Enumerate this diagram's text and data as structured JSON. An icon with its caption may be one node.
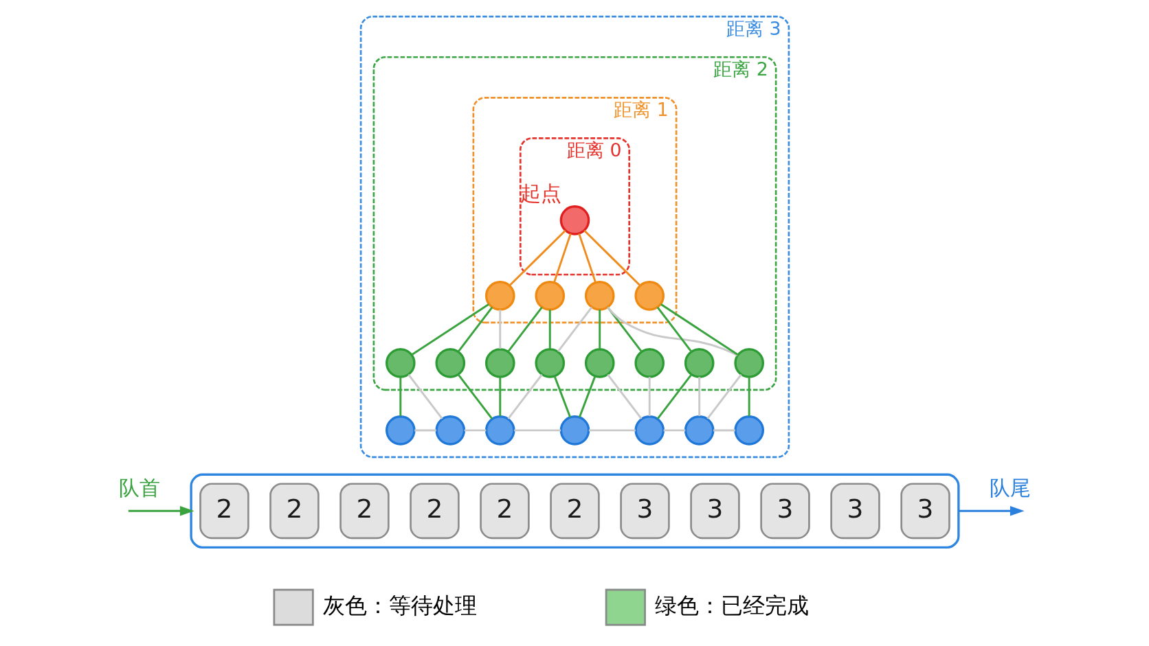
{
  "diagram": {
    "nodes": [
      {
        "text": [
          "距离 3"
        ]
      },
      {
        "text": [
          "距离 2"
        ],
        "in": 0
      },
      {
        "text": [
          "距离 1"
        ],
        "in": 1
      },
      {
        "text": [
          "距离 0"
        ],
        "in": 2
      },
      {
        "text": [],
        "shape": "circle",
        "in": 3,
        "beside": [
          "起点"
        ]
      },
      {
        "text": [],
        "shape": "circle",
        "in": 2
      },
      {
        "text": [],
        "shape": "circle",
        "in": 2
      },
      {
        "text": [],
        "shape": "circle",
        "in": 2
      },
      {
        "text": [],
        "shape": "circle",
        "in": 2
      },
      {
        "text": [],
        "shape": "circle",
        "in": 1
      },
      {
        "text": [],
        "shape": "circle",
        "in": 1
      },
      {
        "text": [],
        "shape": "circle",
        "in": 1
      },
      {
        "text": [],
        "shape": "circle",
        "in": 1
      },
      {
        "text": [],
        "shape": "circle",
        "in": 1
      },
      {
        "text": [],
        "shape": "circle",
        "in": 1
      },
      {
        "text": [],
        "shape": "circle",
        "in": 1
      },
      {
        "text": [],
        "shape": "circle",
        "in": 1
      },
      {
        "text": [],
        "shape": "circle",
        "in": 0
      },
      {
        "text": [],
        "shape": "circle",
        "in": 0
      },
      {
        "text": [],
        "shape": "circle",
        "in": 0
      },
      {
        "text": [],
        "shape": "circle",
        "in": 0
      },
      {
        "text": [],
        "shape": "circle",
        "in": 0
      },
      {
        "text": [],
        "shape": "circle",
        "in": 0
      },
      {
        "text": [],
        "shape": "circle",
        "in": 0
      },
      {
        "text": [],
        "shape": "box"
      },
      {
        "text": [
          "2"
        ],
        "in": 24
      },
      {
        "text": [
          "2"
        ],
        "in": 24
      },
      {
        "text": [
          "2"
        ],
        "in": 24
      },
      {
        "text": [
          "2"
        ],
        "in": 24
      },
      {
        "text": [
          "2"
        ],
        "in": 24
      },
      {
        "text": [
          "2"
        ],
        "in": 24
      },
      {
        "text": [
          "3"
        ],
        "in": 24
      },
      {
        "text": [
          "3"
        ],
        "in": 24
      },
      {
        "text": [
          "3"
        ],
        "in": 24
      },
      {
        "text": [
          "3"
        ],
        "in": 24
      },
      {
        "text": [
          "3"
        ],
        "in": 24
      }
    ],
    "edges": [
      {
        "from": 4,
        "to": 5,
        "arrow": "none",
        "color": "#f08c1e"
      },
      {
        "from": 4,
        "to": 6,
        "arrow": "none",
        "color": "#f08c1e"
      },
      {
        "from": 4,
        "to": 7,
        "arrow": "none",
        "color": "#f08c1e"
      },
      {
        "from": 4,
        "to": 8,
        "arrow": "none",
        "color": "#f08c1e"
      },
      {
        "from": 5,
        "to": 9,
        "arrow": "none"
      },
      {
        "from": 5,
        "to": 10,
        "arrow": "none"
      },
      {
        "from": 5,
        "to": 11,
        "arrow": "none",
        "color": "#c9c9c9"
      },
      {
        "from": 6,
        "to": 11,
        "arrow": "none"
      },
      {
        "from": 6,
        "to": 12,
        "arrow": "none"
      },
      {
        "from": 7,
        "to": 12,
        "arrow": "none",
        "color": "#c9c9c9"
      },
      {
        "from": 7,
        "to": 13,
        "arrow": "none"
      },
      {
        "from": 7,
        "to": 14,
        "arrow": "none"
      },
      {
        "from": 7,
        "to": 16,
        "arrow": "none",
        "color": "#c9c9c9"
      },
      {
        "from": 8,
        "to": 15,
        "arrow": "none"
      },
      {
        "from": 8,
        "to": 16,
        "arrow": "none"
      },
      {
        "from": 9,
        "to": 17,
        "arrow": "none"
      },
      {
        "from": 9,
        "to": 18,
        "arrow": "none",
        "color": "#c9c9c9"
      },
      {
        "from": 10,
        "to": 19,
        "arrow": "none"
      },
      {
        "from": 11,
        "to": 19,
        "arrow": "none"
      },
      {
        "from": 12,
        "to": 19,
        "arrow": "none",
        "color": "#c9c9c9"
      },
      {
        "from": 12,
        "to": 20,
        "arrow": "none"
      },
      {
        "from": 13,
        "to": 20,
        "arrow": "none"
      },
      {
        "from": 13,
        "to": 21,
        "arrow": "none",
        "color": "#c9c9c9"
      },
      {
        "from": 14,
        "to": 21,
        "arrow": "none",
        "color": "#c9c9c9"
      },
      {
        "from": 15,
        "to": 21,
        "arrow": "none"
      },
      {
        "from": 15,
        "to": 22,
        "arrow": "none",
        "color": "#c9c9c9"
      },
      {
        "from": 16,
        "to": 22,
        "arrow": "none",
        "color": "#c9c9c9"
      },
      {
        "from": 16,
        "to": 23,
        "arrow": "none"
      },
      {
        "from": 17,
        "to": 18,
        "arrow": "none",
        "color": "#c9c9c9"
      },
      {
        "from": 18,
        "to": 19,
        "arrow": "none",
        "color": "#c9c9c9"
      },
      {
        "from": 19,
        "to": 20,
        "arrow": "none",
        "color": "#c9c9c9"
      },
      {
        "from": 20,
        "to": 21,
        "arrow": "none",
        "color": "#c9c9c9"
      },
      {
        "from": 21,
        "to": 22,
        "arrow": "none",
        "color": "#c9c9c9"
      },
      {
        "from": 22,
        "to": 23,
        "arrow": "none",
        "color": "#c9c9c9"
      },
      {
        "from": null,
        "to": 24,
        "arrow": "to",
        "label": "队首"
      },
      {
        "from": 24,
        "to": null,
        "arrow": "to",
        "label": "队尾",
        "color": "#2a80dc"
      }
    ],
    "legend": [
      {
        "text": "灰色：等待处理",
        "color": "#dcdcdc"
      },
      {
        "text": "绿色：已经完成",
        "color": "#8fd48f"
      }
    ]
  }
}
